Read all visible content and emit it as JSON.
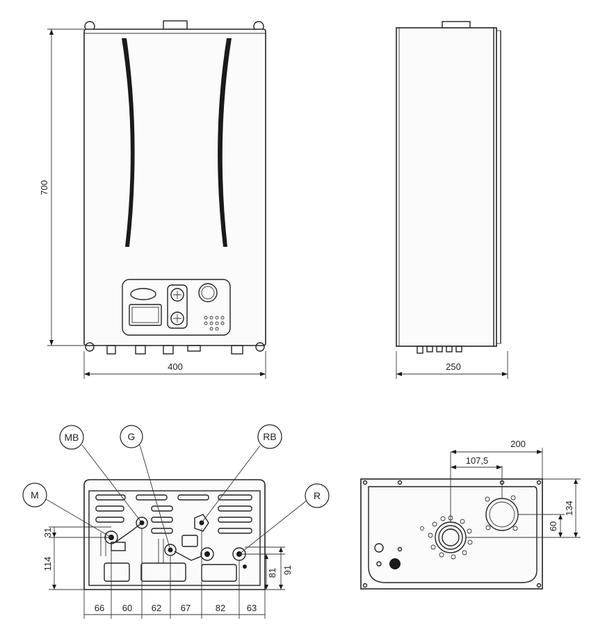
{
  "dimensions": {
    "front_height": "700",
    "front_width": "400",
    "side_depth": "250",
    "bottom_offset_31": "31",
    "bottom_offset_114": "114",
    "bottom_offset_81": "81",
    "bottom_offset_91": "91",
    "bottom_spacings": [
      "66",
      "60",
      "62",
      "67",
      "82",
      "63"
    ],
    "top_200": "200",
    "top_107_5": "107,5",
    "top_134": "134",
    "top_60": "60"
  },
  "connection_labels": {
    "mb": "MB",
    "g": "G",
    "rb": "RB",
    "m": "M",
    "r": "R"
  }
}
